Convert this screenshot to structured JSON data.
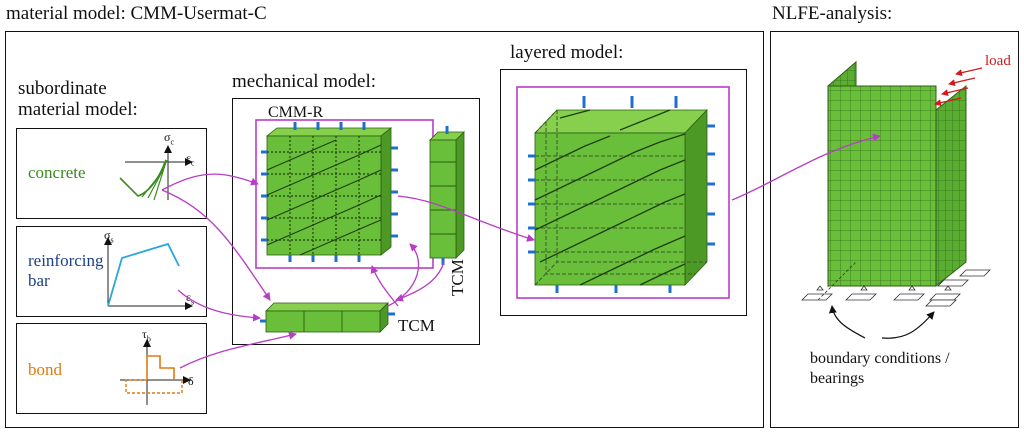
{
  "header": {
    "material_model": "material model: CMM-Usermat-C",
    "nlfe_analysis": "NLFE-analysis:"
  },
  "subordinate": {
    "title_line1": "subordinate",
    "title_line2": "material model:",
    "items": [
      {
        "label": "concrete",
        "color": "#3a8a1e",
        "y_axis": "σ",
        "y_sub": "c",
        "x_axis": "ε",
        "x_sub": "c"
      },
      {
        "label_line1": "reinforcing",
        "label_line2": "bar",
        "color": "#1c3f86",
        "y_axis": "σ",
        "y_sub": "s",
        "x_axis": "ε",
        "x_sub": "s"
      },
      {
        "label": "bond",
        "color": "#e07a10",
        "y_axis": "τ",
        "y_sub": "b",
        "x_axis": "δ"
      }
    ]
  },
  "mechanical": {
    "title": "mechanical model:",
    "cmm_r": "CMM-R",
    "tcm_bottom": "TCM",
    "tcm_side": "TCM"
  },
  "layered": {
    "title": "layered model:"
  },
  "nlfe": {
    "load": "load",
    "boundary_line1": "boundary conditions /",
    "boundary_line2": "bearings"
  },
  "colors": {
    "green": "#6abf3a",
    "green_dark": "#3f8f25",
    "magenta": "#b93cc8",
    "rebar": "#1f6fcf",
    "load": "#d21a1a"
  }
}
